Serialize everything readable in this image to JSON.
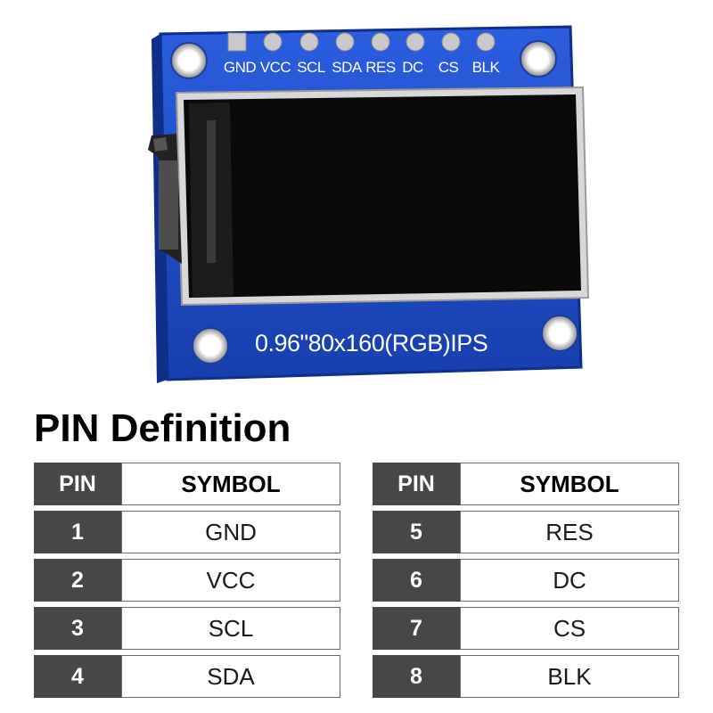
{
  "module": {
    "pin_labels": [
      "GND",
      "VCC",
      "SCL",
      "SDA",
      "RES",
      "DC",
      "CS",
      "BLK"
    ],
    "spec_text": "0.96\"80x160(RGB)IPS",
    "colors": {
      "board": "#1f4fd0",
      "board_edge": "#0e2f8a",
      "screen": "#060606"
    }
  },
  "heading": "PIN Definition",
  "tables": [
    {
      "header": {
        "pin": "PIN",
        "symbol": "SYMBOL"
      },
      "rows": [
        {
          "pin": "1",
          "symbol": "GND"
        },
        {
          "pin": "2",
          "symbol": "VCC"
        },
        {
          "pin": "3",
          "symbol": "SCL"
        },
        {
          "pin": "4",
          "symbol": "SDA"
        }
      ]
    },
    {
      "header": {
        "pin": "PIN",
        "symbol": "SYMBOL"
      },
      "rows": [
        {
          "pin": "5",
          "symbol": "RES"
        },
        {
          "pin": "6",
          "symbol": "DC"
        },
        {
          "pin": "7",
          "symbol": "CS"
        },
        {
          "pin": "8",
          "symbol": "BLK"
        }
      ]
    }
  ]
}
